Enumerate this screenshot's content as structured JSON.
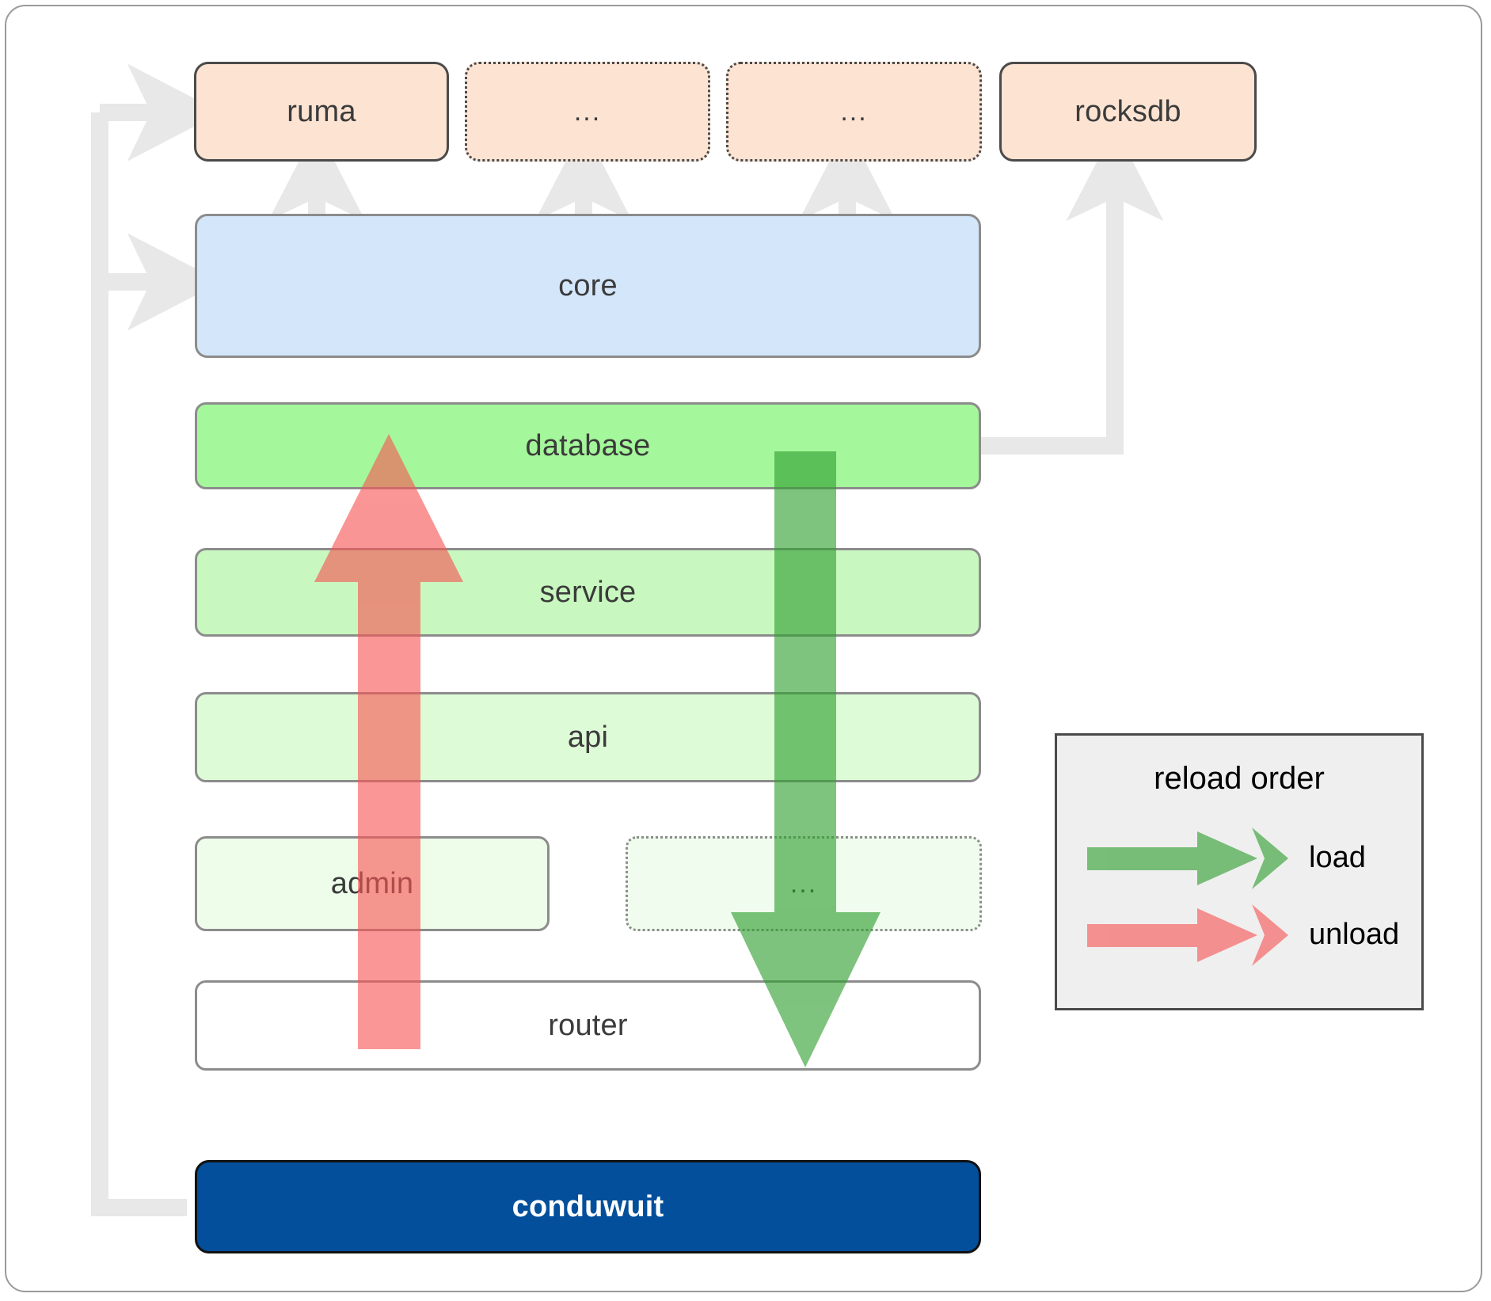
{
  "diagram": {
    "title": "conduwuit crate layering / reload order",
    "background": "#ffffff",
    "frame_border": "#9a9a9a"
  },
  "dependencies": {
    "items": [
      {
        "label": "ruma",
        "style": "solid",
        "fill": "#fde3d2"
      },
      {
        "label": "...",
        "style": "dotted",
        "fill": "#fde3d2"
      },
      {
        "label": "...",
        "style": "dotted",
        "fill": "#fde3d2"
      },
      {
        "label": "rocksdb",
        "style": "solid",
        "fill": "#fde3d2"
      }
    ]
  },
  "layers": [
    {
      "label": "core",
      "fill": "#d4e6fa",
      "style": "solid"
    },
    {
      "label": "database",
      "fill": "#a4f79a",
      "style": "solid"
    },
    {
      "label": "service",
      "fill": "#c8f8bf",
      "style": "solid"
    },
    {
      "label": "api",
      "fill": "#ddfbd6",
      "style": "solid"
    },
    {
      "label": "admin",
      "fill": "#edfdea",
      "style": "solid"
    },
    {
      "label": "...",
      "fill": "#f0fdee",
      "style": "dotted"
    },
    {
      "label": "router",
      "fill": "#ffffff",
      "style": "solid"
    }
  ],
  "main_binary": {
    "label": "conduwuit",
    "fill": "#034f9b",
    "text_color": "#ffffff"
  },
  "legend": {
    "title": "reload order",
    "entries": [
      {
        "label": "load",
        "color": "#5aac5a",
        "direction": "down"
      },
      {
        "label": "unload",
        "color": "#f98080",
        "direction": "up"
      }
    ]
  },
  "arrows": {
    "load_color": "#5aac5a",
    "unload_color": "#f98080",
    "connector_color": "#e8e8e8"
  }
}
